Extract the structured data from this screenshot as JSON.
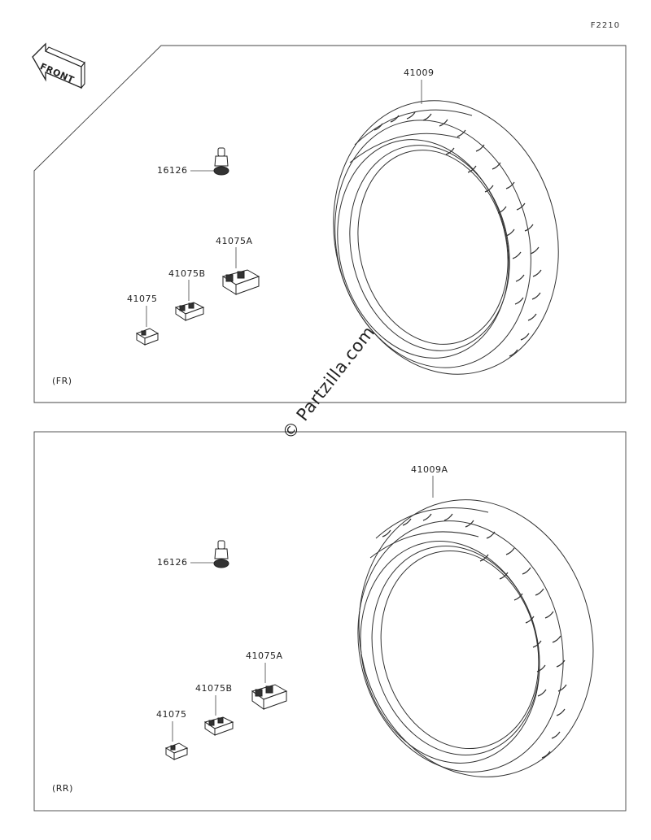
{
  "figure_code": "F2210",
  "watermark": "© Partzilla.com",
  "front_label": "FRONT",
  "panels": [
    {
      "section_label": "(FR)",
      "parts": {
        "tire": "41009",
        "valve": "16126",
        "weight_a": "41075A",
        "weight_b": "41075B",
        "weight": "41075"
      }
    },
    {
      "section_label": "(RR)",
      "parts": {
        "tire": "41009A",
        "valve": "16126",
        "weight_a": "41075A",
        "weight_b": "41075B",
        "weight": "41075"
      }
    }
  ]
}
